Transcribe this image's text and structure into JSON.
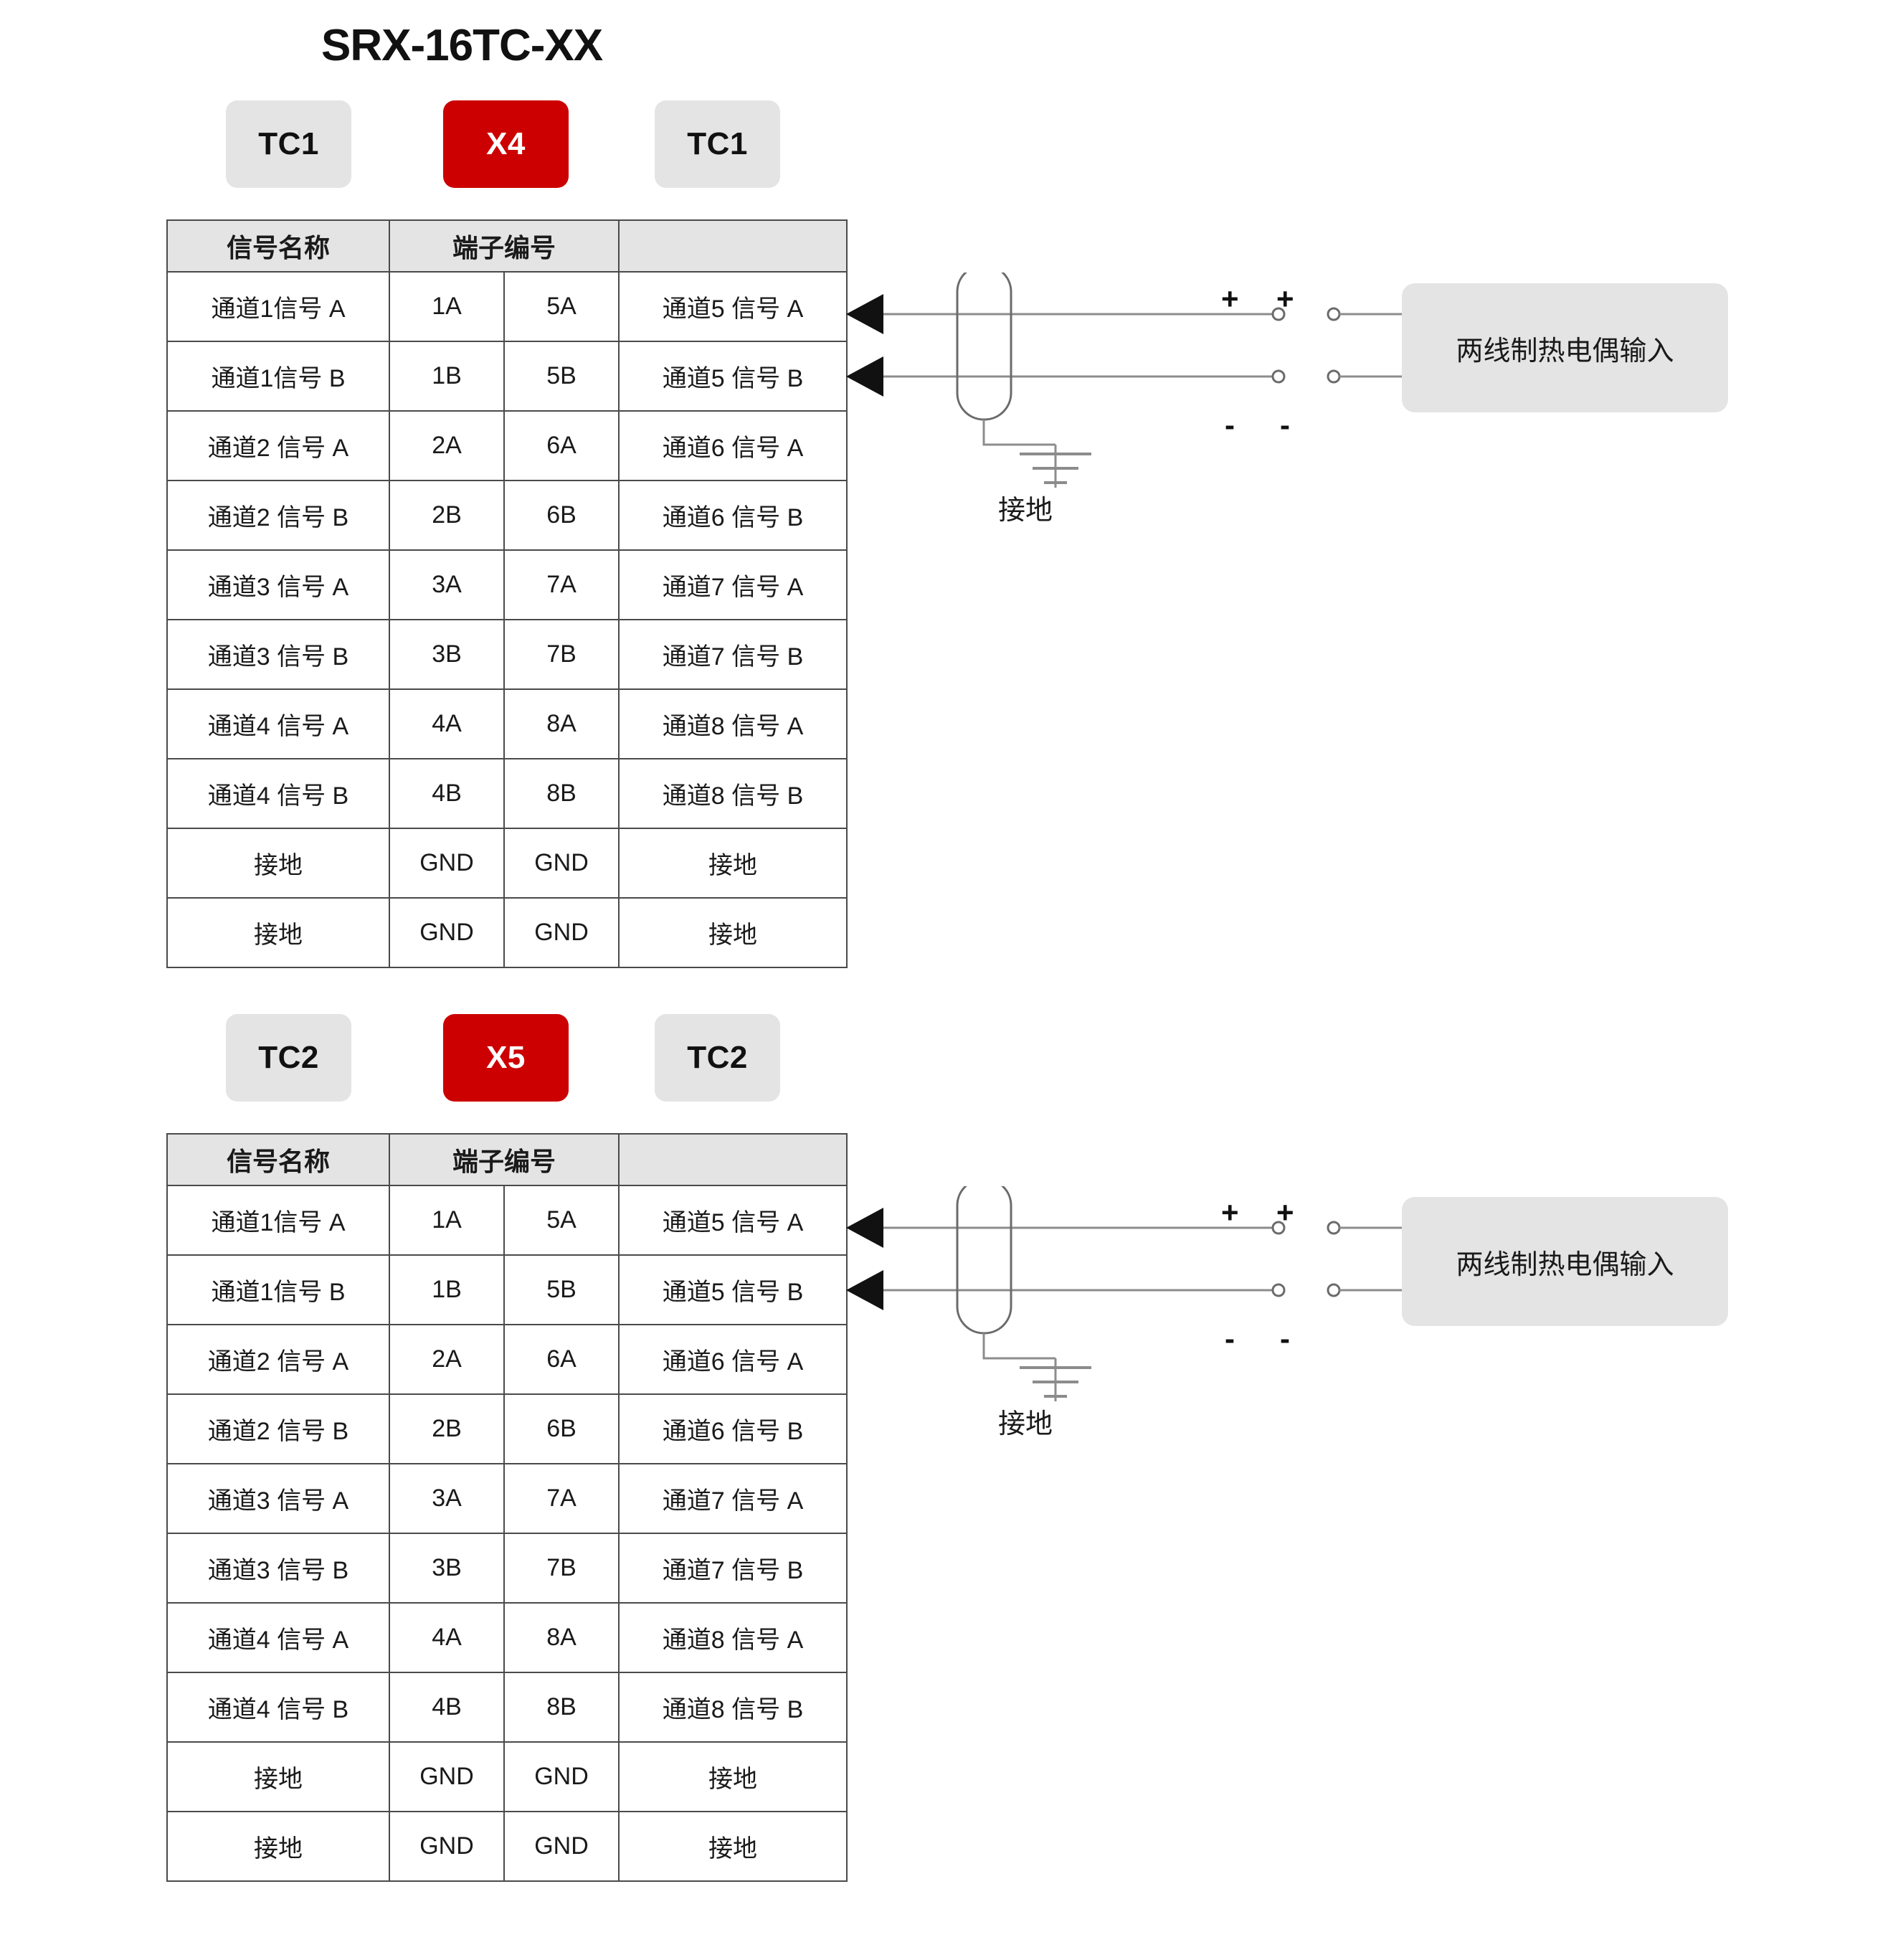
{
  "title": "SRX-16TC-XX",
  "sections": [
    {
      "id": "section-1",
      "badges": {
        "left": "TC1",
        "middle": "X4",
        "right": "TC1"
      },
      "diagram": {
        "ground_label": "接地",
        "input_label": "两线制热电偶输入",
        "plus": "+",
        "minus": "-"
      }
    },
    {
      "id": "section-2",
      "badges": {
        "left": "TC2",
        "middle": "X5",
        "right": "TC2"
      },
      "diagram": {
        "ground_label": "接地",
        "input_label": "两线制热电偶输入",
        "plus": "+",
        "minus": "-"
      }
    }
  ],
  "table": {
    "headers": {
      "signal_name": "信号名称",
      "terminal_number": "端子编号",
      "blank": ""
    },
    "rows": [
      {
        "sig_l": "通道1信号 A",
        "tn_l": "1A",
        "tn_r": "5A",
        "sig_r": "通道5 信号 A"
      },
      {
        "sig_l": "通道1信号 B",
        "tn_l": "1B",
        "tn_r": "5B",
        "sig_r": "通道5 信号 B"
      },
      {
        "sig_l": "通道2 信号 A",
        "tn_l": "2A",
        "tn_r": "6A",
        "sig_r": "通道6 信号 A"
      },
      {
        "sig_l": "通道2 信号 B",
        "tn_l": "2B",
        "tn_r": "6B",
        "sig_r": "通道6 信号 B"
      },
      {
        "sig_l": "通道3 信号 A",
        "tn_l": "3A",
        "tn_r": "7A",
        "sig_r": "通道7 信号 A"
      },
      {
        "sig_l": "通道3 信号 B",
        "tn_l": "3B",
        "tn_r": "7B",
        "sig_r": "通道7 信号 B"
      },
      {
        "sig_l": "通道4 信号 A",
        "tn_l": "4A",
        "tn_r": "8A",
        "sig_r": "通道8 信号 A"
      },
      {
        "sig_l": "通道4 信号 B",
        "tn_l": "4B",
        "tn_r": "8B",
        "sig_r": "通道8 信号 B"
      },
      {
        "sig_l": "接地",
        "tn_l": "GND",
        "tn_r": "GND",
        "sig_r": "接地"
      },
      {
        "sig_l": "接地",
        "tn_l": "GND",
        "tn_r": "GND",
        "sig_r": "接地"
      }
    ]
  },
  "colors": {
    "badge_red": "#cc0000",
    "badge_gray": "#e4e4e4",
    "table_border": "#4a4a4a",
    "header_fill": "#e4e4e4",
    "wire": "#808080",
    "arrow": "#111111"
  }
}
